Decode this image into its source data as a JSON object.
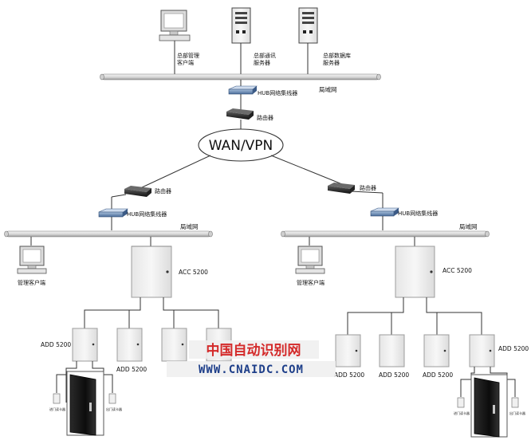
{
  "colors": {
    "line": "#333333",
    "bus_light": "#f4f4f4",
    "bus_dark": "#9a9a9a",
    "device_body": "#f1f1f1",
    "device_edge": "#bdbdbd",
    "router_dark": "#1f1f1f",
    "door": "#101010",
    "watermark_red": "#d42a2a",
    "watermark_blue": "#1e3f8a"
  },
  "hq": {
    "client_label": [
      "总部管理",
      "客户端"
    ],
    "comm_server_label": [
      "总部通讯",
      "服务器"
    ],
    "db_server_label": [
      "总部数据库",
      "服务器"
    ],
    "lan_label": "局域网",
    "hub_label": "HUB网络集线器",
    "router_label": "路由器"
  },
  "cloud": {
    "label": "WAN/VPN"
  },
  "left_site": {
    "router_label": "路由器",
    "hub_label": "HUB网络集线器",
    "lan_label": "局域网",
    "client_label": "管理客户端",
    "controller_label": "ACC 5200",
    "add_main_label": "ADD 5200",
    "add_second_label": "ADD 5200",
    "reader_left_label": "进门读卡器",
    "reader_right_label": "出门读卡器"
  },
  "right_site": {
    "router_label": "路由器",
    "hub_label": "HUB网络集线器",
    "lan_label": "局域网",
    "client_label": "管理客户端",
    "controller_label": "ACC 5200",
    "add_labels": [
      "ADD 5200",
      "ADD 5200",
      "ADD 5200",
      "ADD 5200"
    ],
    "reader_left_label": "进门读卡器",
    "reader_right_label": "出门读卡器"
  },
  "watermark": {
    "top": "中国自动识别网",
    "bottom": "WWW.CNAIDC.COM"
  }
}
